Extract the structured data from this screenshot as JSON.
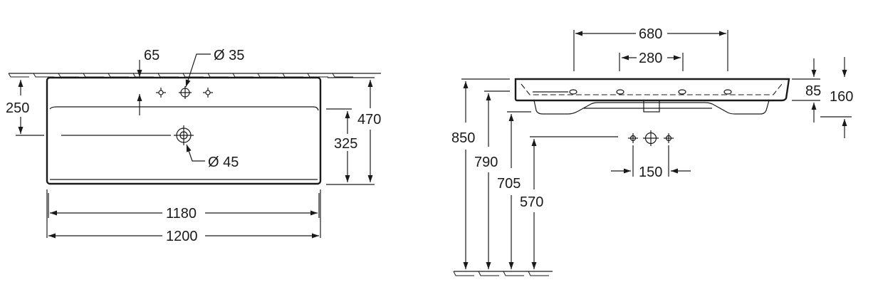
{
  "top_view": {
    "dim_65": "65",
    "dim_dia35": "Ø 35",
    "dim_dia45": "Ø 45",
    "dim_250": "250",
    "dim_470": "470",
    "dim_325": "325",
    "dim_1180": "1180",
    "dim_1200": "1200"
  },
  "side_view": {
    "dim_680": "680",
    "dim_280": "280",
    "dim_85": "85",
    "dim_160": "160",
    "dim_850": "850",
    "dim_790": "790",
    "dim_705": "705",
    "dim_570": "570",
    "dim_150": "150"
  }
}
